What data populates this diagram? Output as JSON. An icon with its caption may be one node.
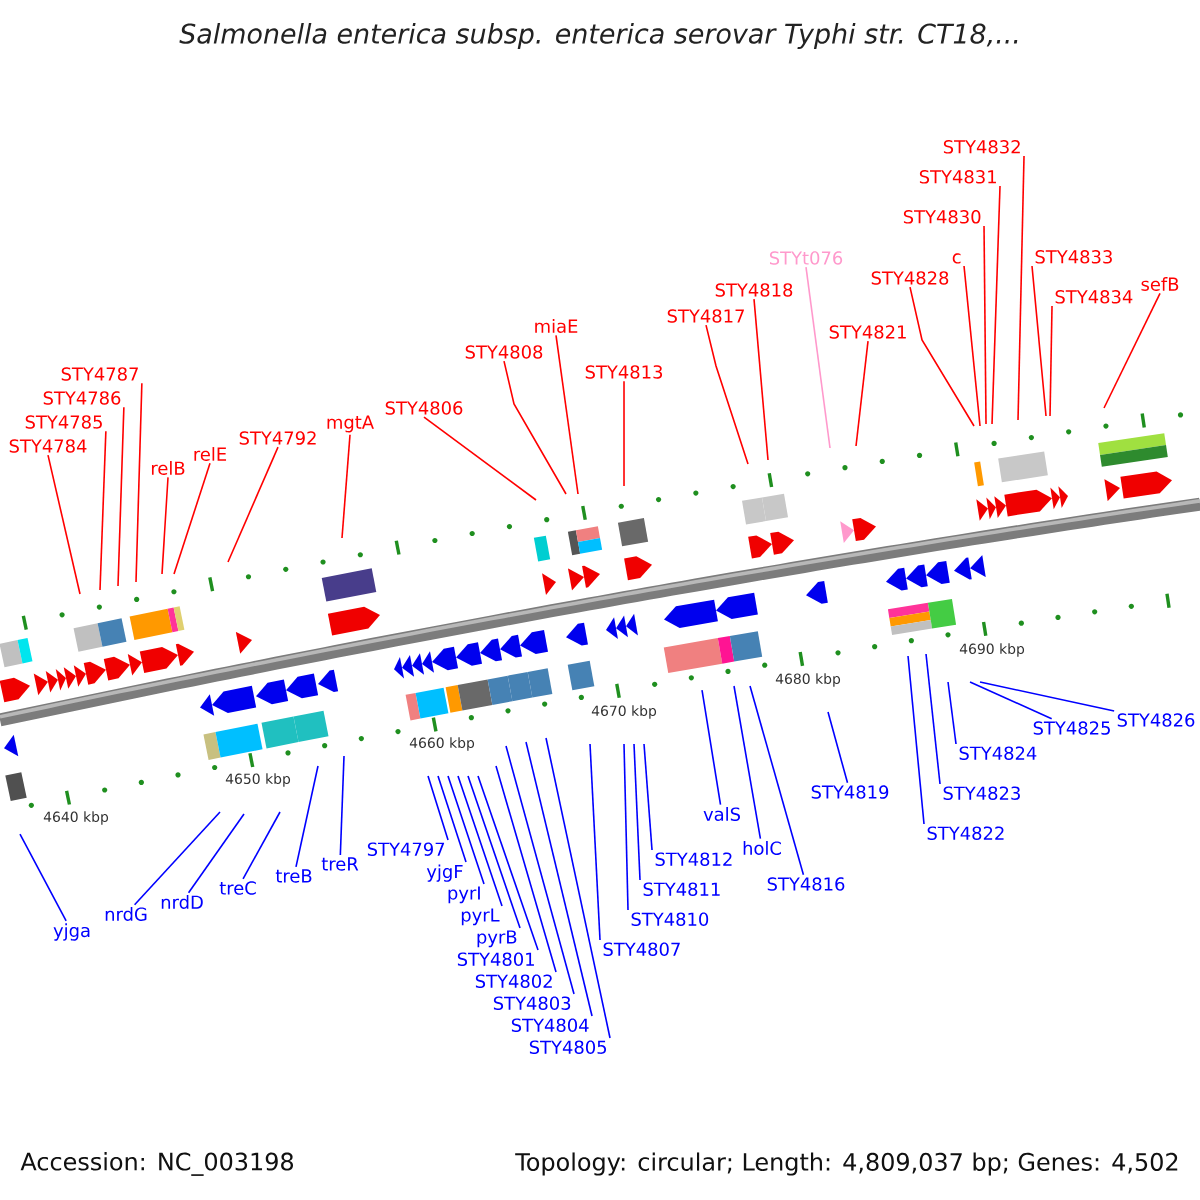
{
  "diagram": {
    "title": "Salmonella enterica subsp. enterica serovar Typhi str. CT18,...",
    "nodes": [
      {
        "text": [
          "STY4784"
        ]
      },
      {
        "text": [
          "STY4785"
        ]
      },
      {
        "text": [
          "STY4786"
        ]
      },
      {
        "text": [
          "STY4787"
        ]
      },
      {
        "text": [
          "relB"
        ]
      },
      {
        "text": [
          "relE"
        ]
      },
      {
        "text": [
          "STY4792"
        ]
      },
      {
        "text": [
          "mgtA"
        ]
      },
      {
        "text": [
          "STY4806"
        ]
      },
      {
        "text": [
          "STY4808"
        ]
      },
      {
        "text": [
          "miaE"
        ]
      },
      {
        "text": [
          "STY4813"
        ]
      },
      {
        "text": [
          "STY4817"
        ]
      },
      {
        "text": [
          "STY4818"
        ]
      },
      {
        "text": [
          "STYt076"
        ]
      },
      {
        "text": [
          "STY4821"
        ]
      },
      {
        "text": [
          "STY4828"
        ]
      },
      {
        "text": [
          "c"
        ]
      },
      {
        "text": [
          "STY4830"
        ]
      },
      {
        "text": [
          "STY4831"
        ]
      },
      {
        "text": [
          "STY4832"
        ]
      },
      {
        "text": [
          "STY4833"
        ]
      },
      {
        "text": [
          "STY4834"
        ]
      },
      {
        "text": [
          "sefB"
        ]
      },
      {
        "text": [
          "yjga"
        ]
      },
      {
        "text": [
          "nrdG"
        ]
      },
      {
        "text": [
          "nrdD"
        ]
      },
      {
        "text": [
          "treC"
        ]
      },
      {
        "text": [
          "treB"
        ]
      },
      {
        "text": [
          "treR"
        ]
      },
      {
        "text": [
          "STY4797"
        ]
      },
      {
        "text": [
          "yjgF"
        ]
      },
      {
        "text": [
          "pyrI"
        ]
      },
      {
        "text": [
          "pyrL"
        ]
      },
      {
        "text": [
          "pyrB"
        ]
      },
      {
        "text": [
          "STY4801"
        ]
      },
      {
        "text": [
          "STY4802"
        ]
      },
      {
        "text": [
          "STY4803"
        ]
      },
      {
        "text": [
          "STY4804"
        ]
      },
      {
        "text": [
          "STY4805"
        ]
      },
      {
        "text": [
          "STY4807"
        ]
      },
      {
        "text": [
          "STY4810"
        ]
      },
      {
        "text": [
          "STY4811"
        ]
      },
      {
        "text": [
          "STY4812"
        ]
      },
      {
        "text": [
          "valS"
        ]
      },
      {
        "text": [
          "holC"
        ]
      },
      {
        "text": [
          "STY4816"
        ]
      },
      {
        "text": [
          "STY4819"
        ]
      },
      {
        "text": [
          "STY4822"
        ]
      },
      {
        "text": [
          "STY4823"
        ]
      },
      {
        "text": [
          "STY4824"
        ]
      },
      {
        "text": [
          "STY4825"
        ]
      },
      {
        "text": [
          "STY4826"
        ]
      }
    ],
    "edges": [
      {
        "from": 0,
        "to": null,
        "arrow": "none",
        "color": "#ff0000"
      },
      {
        "from": 1,
        "to": null,
        "arrow": "none",
        "color": "#ff0000"
      },
      {
        "from": 2,
        "to": null,
        "arrow": "none",
        "color": "#ff0000"
      },
      {
        "from": 3,
        "to": null,
        "arrow": "none",
        "color": "#ff0000"
      },
      {
        "from": 4,
        "to": null,
        "arrow": "none",
        "color": "#ff0000"
      },
      {
        "from": 5,
        "to": null,
        "arrow": "none",
        "color": "#ff0000"
      },
      {
        "from": 6,
        "to": null,
        "arrow": "none",
        "color": "#ff0000"
      },
      {
        "from": 7,
        "to": null,
        "arrow": "none",
        "color": "#ff0000"
      },
      {
        "from": 8,
        "to": null,
        "arrow": "none",
        "color": "#ff0000"
      },
      {
        "from": 9,
        "to": null,
        "arrow": "none",
        "color": "#ff0000"
      },
      {
        "from": 10,
        "to": null,
        "arrow": "none",
        "color": "#ff0000"
      },
      {
        "from": 11,
        "to": null,
        "arrow": "none",
        "color": "#ff0000"
      },
      {
        "from": 12,
        "to": null,
        "arrow": "none",
        "color": "#ff0000"
      },
      {
        "from": 13,
        "to": null,
        "arrow": "none",
        "color": "#ff0000"
      },
      {
        "from": 14,
        "to": null,
        "arrow": "none",
        "color": "#ff99cc"
      },
      {
        "from": 15,
        "to": null,
        "arrow": "none",
        "color": "#ff0000"
      },
      {
        "from": 16,
        "to": null,
        "arrow": "none",
        "color": "#ff0000"
      },
      {
        "from": 17,
        "to": null,
        "arrow": "none",
        "color": "#ff0000"
      },
      {
        "from": 18,
        "to": null,
        "arrow": "none",
        "color": "#ff0000"
      },
      {
        "from": 19,
        "to": null,
        "arrow": "none",
        "color": "#ff0000"
      },
      {
        "from": 20,
        "to": null,
        "arrow": "none",
        "color": "#ff0000"
      },
      {
        "from": 21,
        "to": null,
        "arrow": "none",
        "color": "#ff0000"
      },
      {
        "from": 22,
        "to": null,
        "arrow": "none",
        "color": "#ff0000"
      },
      {
        "from": 23,
        "to": null,
        "arrow": "none",
        "color": "#ff0000"
      },
      {
        "from": 24,
        "to": null,
        "arrow": "none"
      },
      {
        "from": 25,
        "to": null,
        "arrow": "none"
      },
      {
        "from": 26,
        "to": null,
        "arrow": "none"
      },
      {
        "from": 27,
        "to": null,
        "arrow": "none"
      },
      {
        "from": 28,
        "to": null,
        "arrow": "none"
      },
      {
        "from": 29,
        "to": null,
        "arrow": "none"
      },
      {
        "from": 30,
        "to": null,
        "arrow": "none"
      },
      {
        "from": 31,
        "to": null,
        "arrow": "none"
      },
      {
        "from": 32,
        "to": null,
        "arrow": "none"
      },
      {
        "from": 33,
        "to": null,
        "arrow": "none"
      },
      {
        "from": 34,
        "to": null,
        "arrow": "none"
      },
      {
        "from": 35,
        "to": null,
        "arrow": "none"
      },
      {
        "from": 36,
        "to": null,
        "arrow": "none"
      },
      {
        "from": 37,
        "to": null,
        "arrow": "none"
      },
      {
        "from": 38,
        "to": null,
        "arrow": "none"
      },
      {
        "from": 39,
        "to": null,
        "arrow": "none"
      },
      {
        "from": 40,
        "to": null,
        "arrow": "none"
      },
      {
        "from": 41,
        "to": null,
        "arrow": "none"
      },
      {
        "from": 42,
        "to": null,
        "arrow": "none"
      },
      {
        "from": 43,
        "to": null,
        "arrow": "none"
      },
      {
        "from": 44,
        "to": null,
        "arrow": "none"
      },
      {
        "from": 45,
        "to": null,
        "arrow": "none"
      },
      {
        "from": 46,
        "to": null,
        "arrow": "none"
      },
      {
        "from": 47,
        "to": null,
        "arrow": "none"
      },
      {
        "from": 48,
        "to": null,
        "arrow": "none"
      },
      {
        "from": 49,
        "to": null,
        "arrow": "none"
      },
      {
        "from": 50,
        "to": null,
        "arrow": "none"
      },
      {
        "from": 51,
        "to": null,
        "arrow": "none"
      },
      {
        "from": 52,
        "to": null,
        "arrow": "none"
      }
    ],
    "labels": [
      "4640 kbp",
      "4650 kbp",
      "4660 kbp",
      "4670 kbp",
      "4680 kbp",
      "4690 kbp",
      "Accession: NC_003198",
      "Topology: circular; Length: 4,809,037 bp; Genes: 4,502"
    ]
  }
}
